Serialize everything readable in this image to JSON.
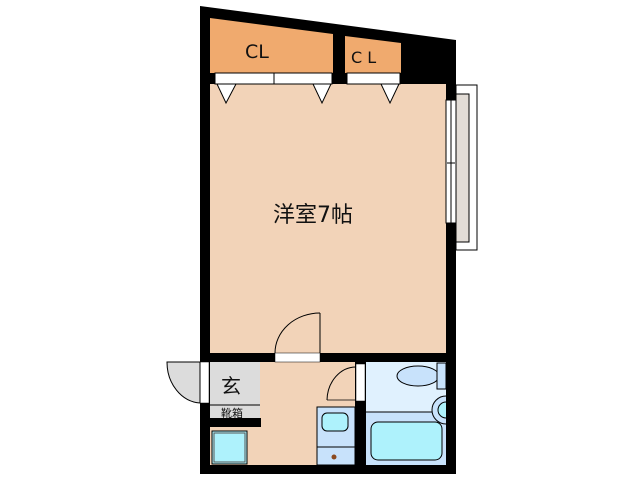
{
  "floorplan": {
    "rooms": {
      "western_room": {
        "label": "洋室7帖"
      },
      "closet_large": {
        "label": "CL"
      },
      "closet_small": {
        "label": "C L"
      },
      "entrance": {
        "label": "玄"
      },
      "shoe_box": {
        "label": "靴箱"
      }
    },
    "colors": {
      "wall": "#000000",
      "room_floor": "#f2d3b8",
      "closet": "#f0aa6e",
      "entrance": "#dcdcdc",
      "wet_area": "#c8e2fb",
      "fixture": "#aef2fc",
      "balcony": "#e2dcd6"
    }
  }
}
